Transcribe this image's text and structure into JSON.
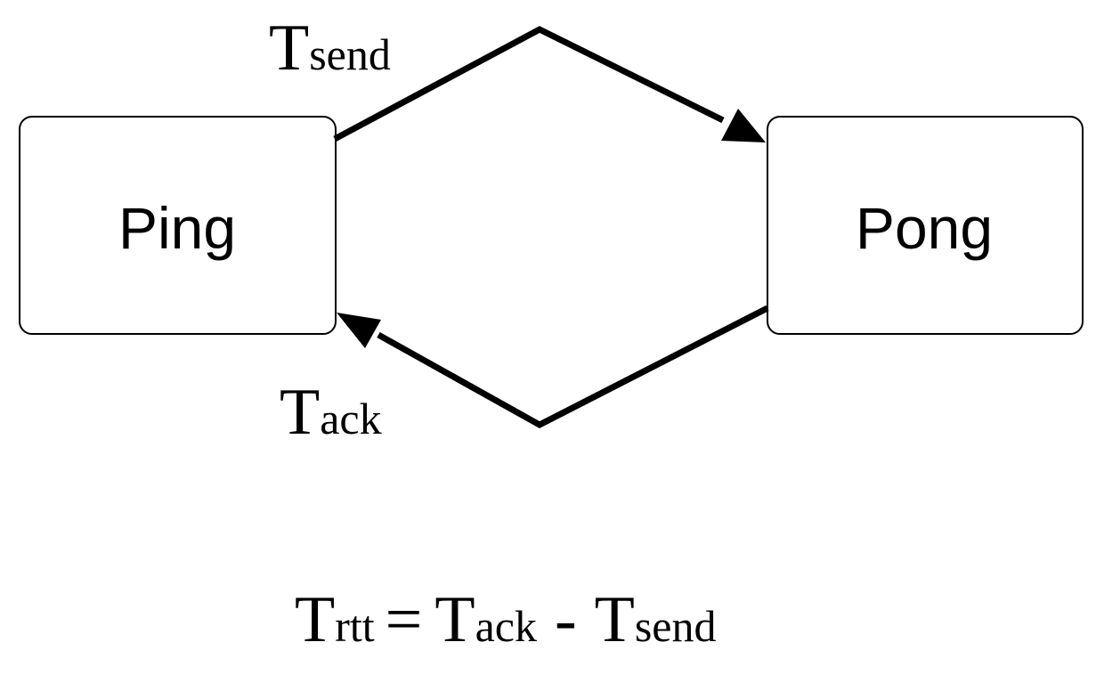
{
  "nodes": {
    "ping": {
      "label": "Ping"
    },
    "pong": {
      "label": "Pong"
    }
  },
  "edges": {
    "send": {
      "from": "ping",
      "to": "pong",
      "label_main": "T",
      "label_sub": "send"
    },
    "ack": {
      "from": "pong",
      "to": "ping",
      "label_main": "T",
      "label_sub": "ack"
    }
  },
  "formula": {
    "lhs_main": "T",
    "lhs_sub": "rtt",
    "equals": "=",
    "term1_main": "T",
    "term1_sub": "ack",
    "minus": "-",
    "term2_main": "T",
    "term2_sub": "send"
  },
  "colors": {
    "stroke": "#000000",
    "background": "#ffffff"
  }
}
